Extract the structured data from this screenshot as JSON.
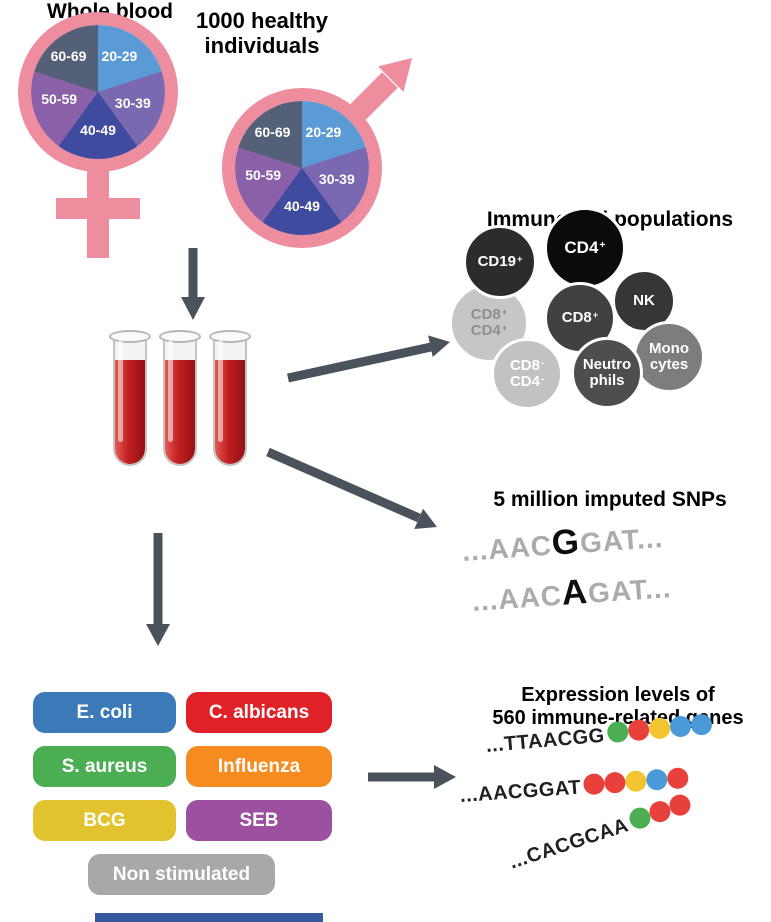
{
  "demographics": {
    "title_line1": "1000 healthy",
    "title_line2": "individuals",
    "symbol_color": "#ee8d9d",
    "slices": [
      {
        "label": "20-29",
        "color": "#5b9bd5"
      },
      {
        "label": "30-39",
        "color": "#7a68b0"
      },
      {
        "label": "40-49",
        "color": "#3f4b9e"
      },
      {
        "label": "50-59",
        "color": "#8a60a8"
      },
      {
        "label": "60-69",
        "color": "#546078"
      }
    ]
  },
  "blood": {
    "label": "Whole blood"
  },
  "immune": {
    "title": "Immune cell populations",
    "cd19": {
      "base": "CD19",
      "sup": "+",
      "bg": "#2c2c2c",
      "fg": "#ffffff"
    },
    "cd4": {
      "base": "CD4",
      "sup": "+",
      "bg": "#0b0b0b",
      "fg": "#ffffff"
    },
    "nk": {
      "base": "NK",
      "bg": "#363636",
      "fg": "#ffffff"
    },
    "cd8": {
      "base": "CD8",
      "sup": "+",
      "bg": "#414141",
      "fg": "#ffffff"
    },
    "cd8pcd4p": {
      "l1": "CD8",
      "s1": "+",
      "l2": "CD4",
      "s2": "+",
      "bg": "#c6c6c6",
      "fg": "#8f8f8f"
    },
    "cd8ncd4n": {
      "l1": "CD8",
      "s1": "-",
      "l2": "CD4",
      "s2": "-",
      "bg": "#c2c2c2",
      "fg": "#ffffff"
    },
    "neutrophils": {
      "l1": "Neutro",
      "l2": "phils",
      "bg": "#4e4e4e",
      "fg": "#ffffff"
    },
    "monocytes": {
      "l1": "Mono",
      "l2": "cytes",
      "bg": "#7d7d7d",
      "fg": "#ffffff"
    }
  },
  "snps": {
    "title": "5 million imputed SNPs",
    "seq1": {
      "pre": "...AAC",
      "variant": "G",
      "post": "GAT..."
    },
    "seq2": {
      "pre": "...AAC",
      "variant": "A",
      "post": "GAT..."
    }
  },
  "stimuli": {
    "items": [
      {
        "label": "E. coli",
        "color": "#3c79b8"
      },
      {
        "label": "C. albicans",
        "color": "#e02228"
      },
      {
        "label": "S. aureus",
        "color": "#4cae52"
      },
      {
        "label": "Influenza",
        "color": "#f68b1f"
      },
      {
        "label": "BCG",
        "color": "#e2c32f"
      },
      {
        "label": "SEB",
        "color": "#9d50a0"
      },
      {
        "label": "Non stimulated",
        "color": "#a8a8a8"
      }
    ]
  },
  "expression": {
    "title_line1": "Expression levels of",
    "title_line2": "560 immune-related genes",
    "bead_colors": {
      "green": "#4cae52",
      "red": "#e8413c",
      "yellow": "#f2c430",
      "blue": "#4a9ad9"
    },
    "rows": [
      {
        "seq": "...TTAACGG",
        "beads": [
          "green",
          "red",
          "yellow",
          "blue",
          "blue"
        ]
      },
      {
        "seq": "...AACGGAT",
        "beads": [
          "red",
          "red",
          "yellow",
          "blue",
          "red"
        ]
      },
      {
        "seq": "...CACGCAA",
        "beads": [
          "green",
          "red",
          "red"
        ]
      }
    ]
  }
}
